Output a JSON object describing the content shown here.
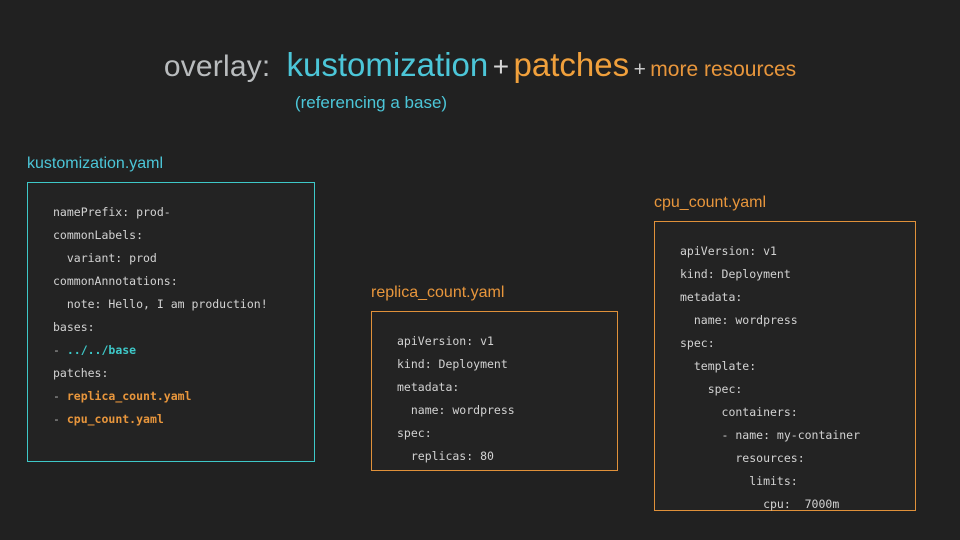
{
  "heading": {
    "overlay_label": "overlay:",
    "kustomization_word": "kustomization",
    "plus_one": "+",
    "patches_word": "patches",
    "plus_two": "+",
    "more_resources": "more resources",
    "subtitle": "(referencing a base)",
    "colors": {
      "overlay": "#b9bcbe",
      "cyan": "#4cc6d8",
      "orange": "#f0a03c",
      "plus": "#d8d8d8"
    }
  },
  "cards": {
    "kustomization": {
      "label": "kustomization.yaml",
      "accent": "#3ec8c8",
      "lines": [
        {
          "text": "namePrefix: prod-"
        },
        {
          "text": "commonLabels:"
        },
        {
          "text": "  variant: prod"
        },
        {
          "text": "commonAnnotations:"
        },
        {
          "text": "  note: Hello, I am production!"
        },
        {
          "text": "bases:"
        },
        {
          "dash": "- ",
          "highlight": "../../base",
          "style": "cyan"
        },
        {
          "text": "patches:"
        },
        {
          "dash": "- ",
          "highlight": "replica_count.yaml",
          "style": "orange"
        },
        {
          "dash": "- ",
          "highlight": "cpu_count.yaml",
          "style": "orange"
        }
      ]
    },
    "replica_count": {
      "label": "replica_count.yaml",
      "accent": "#e0913a",
      "lines": [
        {
          "text": "apiVersion: v1"
        },
        {
          "text": "kind: Deployment"
        },
        {
          "text": "metadata:"
        },
        {
          "text": "  name: wordpress"
        },
        {
          "text": "spec:"
        },
        {
          "text": "  replicas: 80"
        }
      ]
    },
    "cpu_count": {
      "label": "cpu_count.yaml",
      "accent": "#e0913a",
      "lines": [
        {
          "text": "apiVersion: v1"
        },
        {
          "text": "kind: Deployment"
        },
        {
          "text": "metadata:"
        },
        {
          "text": "  name: wordpress"
        },
        {
          "text": "spec:"
        },
        {
          "text": "  template:"
        },
        {
          "text": "    spec:"
        },
        {
          "text": "      containers:"
        },
        {
          "text": "      - name: my-container"
        },
        {
          "text": "        resources:"
        },
        {
          "text": "          limits:"
        },
        {
          "text": "            cpu:  7000m"
        }
      ]
    }
  }
}
